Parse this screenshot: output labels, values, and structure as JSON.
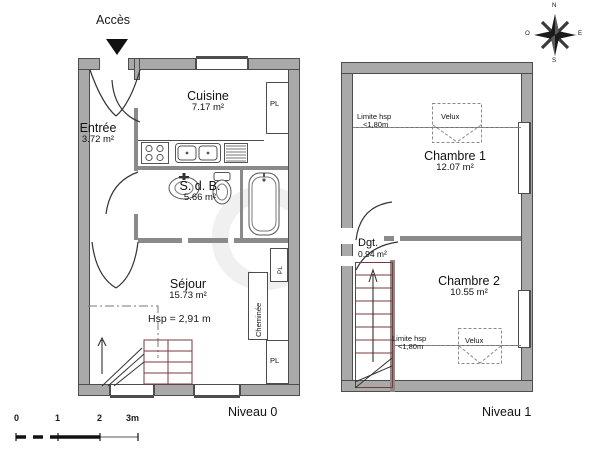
{
  "document": {
    "type": "floor-plan",
    "language": "fr",
    "watermark": "c"
  },
  "compass": {
    "name": "compass-rose",
    "north": "N",
    "south": "S",
    "east": "E",
    "west": "O"
  },
  "scale_bar": {
    "ticks": [
      "0",
      "1",
      "2",
      "3m"
    ],
    "unit": "m"
  },
  "levels": [
    {
      "id": "niveau-0",
      "caption": "Niveau 0",
      "access": {
        "label": "Accès",
        "marker": "down-arrow-marker"
      },
      "rooms": [
        {
          "id": "entree",
          "name": "Entrée",
          "area": "3.72 m²"
        },
        {
          "id": "cuisine",
          "name": "Cuisine",
          "area": "7.17 m²"
        },
        {
          "id": "sdb",
          "name": "S. d. B.",
          "area": "5.66 m²"
        },
        {
          "id": "sejour",
          "name": "Séjour",
          "area": "15.73 m²",
          "note": "Hsp =  2,91 m"
        }
      ],
      "fixtures": [
        {
          "id": "placard-haut",
          "label": "PL"
        },
        {
          "id": "cheminee",
          "label": "Cheminée"
        },
        {
          "id": "placard-bas",
          "label": "PL"
        },
        {
          "id": "placard-mid",
          "label": "PL"
        }
      ]
    },
    {
      "id": "niveau-1",
      "caption": "Niveau 1",
      "rooms": [
        {
          "id": "chambre-1",
          "name": "Chambre 1",
          "area": "12.07 m²"
        },
        {
          "id": "chambre-2",
          "name": "Chambre 2",
          "area": "10.55 m²"
        },
        {
          "id": "dgt",
          "name": "Dgt.",
          "area": "0.94 m²"
        }
      ],
      "annotations": [
        {
          "id": "limite-hsp-1",
          "line1": "Limite hsp",
          "line2": "<1,80m"
        },
        {
          "id": "limite-hsp-2",
          "line1": "Limite hsp",
          "line2": "<1,80m"
        }
      ],
      "skylights": [
        {
          "id": "velux-1",
          "label": "Velux"
        },
        {
          "id": "velux-2",
          "label": "Velux"
        }
      ]
    }
  ]
}
